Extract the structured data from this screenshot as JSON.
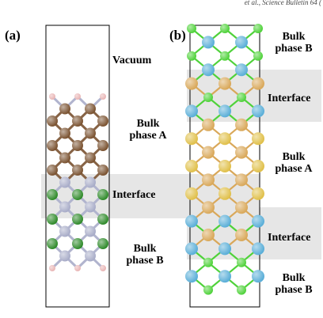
{
  "header": "et al., Science Bulletin 64 (",
  "panel_a": {
    "label": "(a)",
    "vacuum": "Vacuum",
    "bulk_a_line1": "Bulk",
    "bulk_a_line2": "phase A",
    "interface": "Interface",
    "bulk_b_line1": "Bulk",
    "bulk_b_line2": "phase B"
  },
  "panel_b": {
    "label": "(b)",
    "bulk_b_top_line1": "Bulk",
    "bulk_b_top_line2": "phase B",
    "interface_top": "Interface",
    "bulk_a_line1": "Bulk",
    "bulk_a_line2": "phase A",
    "interface_bottom": "Interface",
    "bulk_b_bottom_line1": "Bulk",
    "bulk_b_bottom_line2": "phase B"
  },
  "colors": {
    "brown_atom": "#7a5230",
    "pink_atom": "#e8b4b4",
    "grey_atom": "#a8acc8",
    "green_atom": "#2f8a2a",
    "bright_green_atom": "#4fd23a",
    "blue_atom": "#5aaed8",
    "gold_atom": "#e0c04a",
    "tan_atom": "#d9a85a",
    "interface_band": "#e6e6e6"
  },
  "atom_legend": {
    "panel_a_rows": [
      "pink",
      "brown",
      "brown",
      "brown",
      "brown",
      "brown",
      "brown",
      "grey",
      "green",
      "grey",
      "green",
      "grey",
      "green",
      "grey",
      "pink"
    ],
    "panel_b_rows": [
      "bright_green",
      "blue",
      "bright_green",
      "blue",
      "tan",
      "bright_green",
      "blue",
      "tan",
      "gold",
      "tan",
      "gold",
      "tan",
      "gold",
      "tan",
      "blue",
      "tan",
      "blue",
      "bright_green",
      "blue",
      "bright_green"
    ]
  }
}
